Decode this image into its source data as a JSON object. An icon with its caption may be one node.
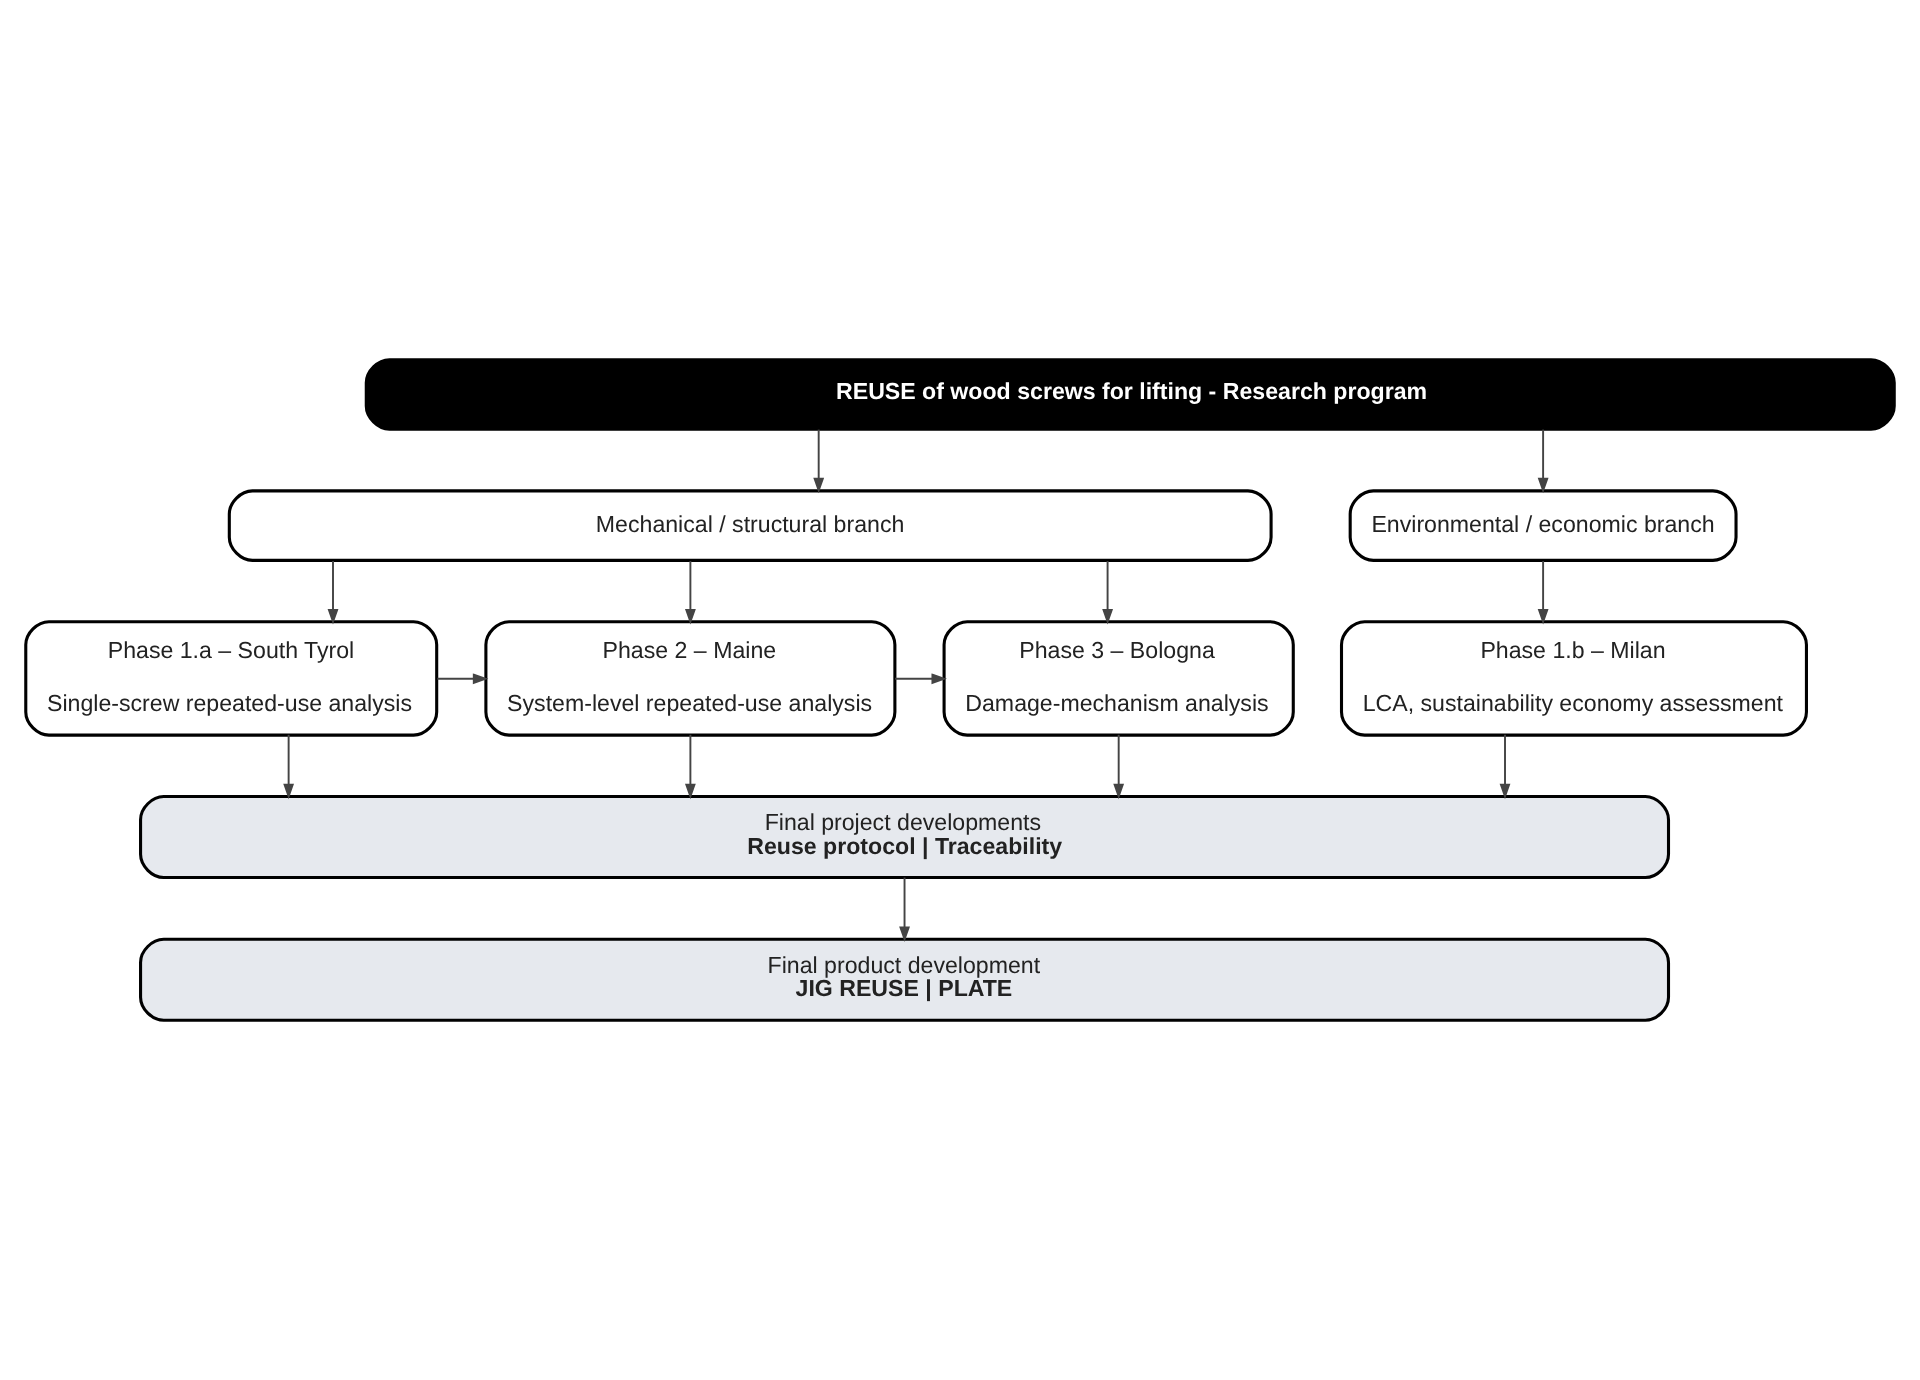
{
  "diagram": {
    "nodes": [
      {
        "text": [
          "REUSE of wood screws for lifting - Research program"
        ]
      },
      {
        "text": [
          "Mechanical / structural branch"
        ]
      },
      {
        "text": [
          "Environmental / economic branch"
        ]
      },
      {
        "text": [
          "Phase 1.a – South Tyrol",
          "Single-screw repeated-use analysis"
        ]
      },
      {
        "text": [
          "Phase 2 – Maine",
          "System-level repeated-use analysis"
        ]
      },
      {
        "text": [
          "Phase 3 – Bologna",
          "Damage-mechanism analysis"
        ]
      },
      {
        "text": [
          "Phase 1.b – Milan",
          "LCA, sustainability economy assessment"
        ]
      },
      {
        "text": [
          "Final project developments",
          "Reuse protocol | Traceability"
        ]
      },
      {
        "text": [
          "Final product development",
          "JIG REUSE | PLATE"
        ]
      }
    ],
    "edges": [
      {
        "from": 0,
        "to": 1,
        "arrow": "to"
      },
      {
        "from": 0,
        "to": 2,
        "arrow": "to"
      },
      {
        "from": 1,
        "to": 3,
        "arrow": "to"
      },
      {
        "from": 1,
        "to": 4,
        "arrow": "to"
      },
      {
        "from": 1,
        "to": 5,
        "arrow": "to"
      },
      {
        "from": 2,
        "to": 6,
        "arrow": "to"
      },
      {
        "from": 3,
        "to": 4,
        "arrow": "to"
      },
      {
        "from": 4,
        "to": 5,
        "arrow": "to"
      },
      {
        "from": 3,
        "to": 7,
        "arrow": "to"
      },
      {
        "from": 4,
        "to": 7,
        "arrow": "to"
      },
      {
        "from": 5,
        "to": 7,
        "arrow": "to"
      },
      {
        "from": 6,
        "to": 7,
        "arrow": "to"
      },
      {
        "from": 7,
        "to": 8,
        "arrow": "to"
      }
    ]
  }
}
